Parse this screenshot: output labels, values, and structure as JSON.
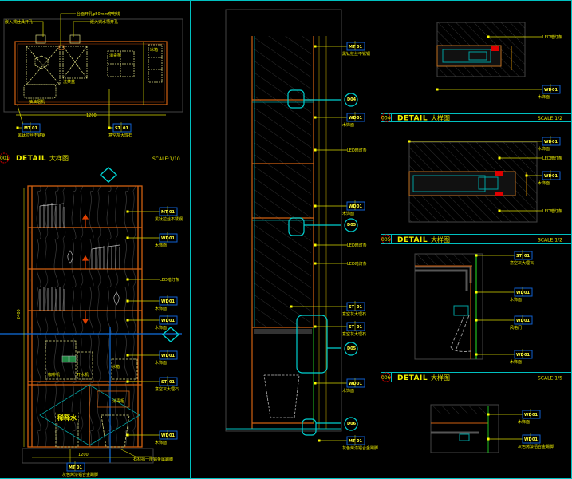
{
  "panels": [
    {
      "number": "001",
      "title": "DETAIL",
      "subtitle": "大样图",
      "scale": "SCALE:1/10"
    },
    {
      "number": "004",
      "title": "DETAIL",
      "subtitle": "大样图",
      "scale": "SCALE:1/2"
    },
    {
      "number": "005",
      "title": "DETAIL",
      "subtitle": "大样图",
      "scale": "SCALE:1/2"
    },
    {
      "number": "006",
      "title": "DETAIL",
      "subtitle": "大样图",
      "scale": "SCALE:1/5"
    }
  ],
  "tags": {
    "wood": "WD",
    "stone": "ST",
    "metal": "MT",
    "code": "01"
  },
  "materials": {
    "wood": "木饰面",
    "stone": "意空灰大理石",
    "steel": "黑钛拉丝不锈钢",
    "led": "LED暗灯条",
    "skirting": "灰色烤漆铝合金踢脚",
    "door": "风格门",
    "stone_edge": "石材挡一度铝金属踢脚"
  },
  "plan": {
    "note_left": "嵌入式灶具开孔",
    "note_mid": "台面开孔φ50mm穿电线",
    "note_right": "嵌入式水槽开孔",
    "appliance_hood": "抽油烟机",
    "appliance_sink": "洗菜盆",
    "appliance_grid": "消毒柜",
    "appliance_side": "冰箱",
    "dim_width": "1200"
  },
  "elevation": {
    "coffee": "咖啡机",
    "water": "开水机",
    "diluted": "稀释水",
    "fridge": "冰箱",
    "cabinet": "消毒柜",
    "dim_width": "1200",
    "dim_height": "2400"
  },
  "section_refs": [
    "D04",
    "D05",
    "D05",
    "D06"
  ],
  "colors": {
    "frame": "#00c8c8",
    "line": "#d8d800",
    "wood": "#d06010",
    "tag": "#1060d0",
    "gray": "#555555"
  }
}
